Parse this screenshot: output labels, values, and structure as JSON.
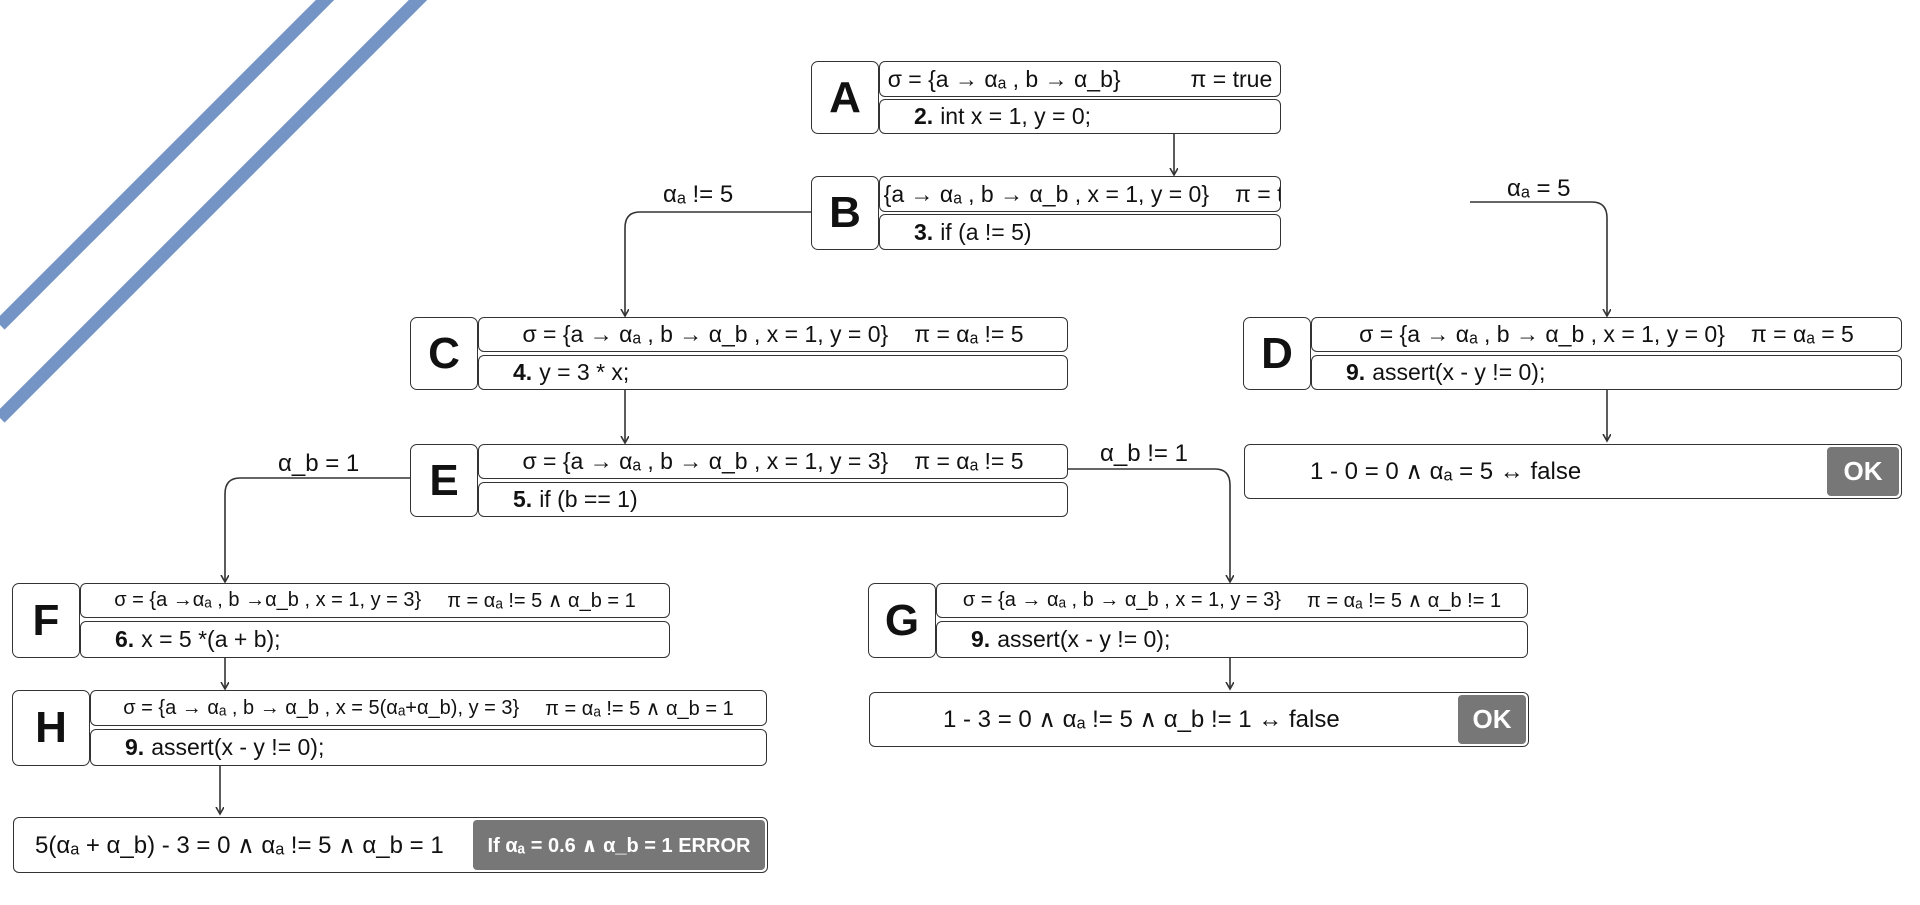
{
  "nodes": {
    "A": {
      "letter": "A",
      "sigma": "σ = {a → αₐ , b → α_b}",
      "pi": "π = true",
      "line": "2.",
      "code": "int x = 1, y = 0;"
    },
    "B": {
      "letter": "B",
      "sigma": "σ = {a → αₐ , b → α_b , x = 1, y = 0}",
      "pi": "π = true",
      "line": "3.",
      "code": "if (a != 5)"
    },
    "C": {
      "letter": "C",
      "sigma": "σ = {a → αₐ , b → α_b , x = 1, y = 0}",
      "pi": "π =  αₐ != 5",
      "line": "4.",
      "code": "y = 3 * x;"
    },
    "D": {
      "letter": "D",
      "sigma": "σ = {a → αₐ , b → α_b , x = 1, y = 0}",
      "pi": "π =  αₐ = 5",
      "line": "9.",
      "code": "assert(x - y != 0);"
    },
    "E": {
      "letter": "E",
      "sigma": "σ = {a → αₐ , b → α_b , x = 1, y = 3}",
      "pi": "π =  αₐ != 5",
      "line": "5.",
      "code": "if (b == 1)"
    },
    "F": {
      "letter": "F",
      "sigma": "σ = {a →αₐ , b →α_b , x = 1, y = 3}",
      "pi": "π =  αₐ != 5 ∧ α_b = 1",
      "line": "6.",
      "code": "x = 5 *(a + b);"
    },
    "G": {
      "letter": "G",
      "sigma": "σ = {a → αₐ , b → α_b , x = 1, y = 3}",
      "pi": "π =  αₐ != 5 ∧ α_b != 1",
      "line": "9.",
      "code": "assert(x - y != 0);"
    },
    "H": {
      "letter": "H",
      "sigma": "σ = {a → αₐ , b → α_b , x = 5(αₐ+α_b), y = 3}",
      "pi": "π =  αₐ != 5 ∧ α_b = 1",
      "line": "9.",
      "code": "assert(x - y != 0);"
    }
  },
  "edge_labels": {
    "b_left": "αₐ != 5",
    "b_right": "αₐ = 5",
    "e_left": "α_b = 1",
    "e_right": "α_b != 1"
  },
  "results": {
    "D": {
      "formula": "1 - 0 = 0 ∧ αₐ = 5 ↔ false",
      "badge": "OK"
    },
    "G": {
      "formula": "1 - 3 = 0 ∧ αₐ != 5 ∧ α_b != 1 ↔ false",
      "badge": "OK"
    },
    "H": {
      "formula": "5(αₐ + α_b) - 3 = 0 ∧ αₐ != 5 ∧ α_b = 1",
      "badge": "If αₐ = 0.6 ∧ α_b = 1 ERROR"
    }
  },
  "colors": {
    "stripe": "#7394c4",
    "badge": "#777777",
    "line": "#333333"
  }
}
